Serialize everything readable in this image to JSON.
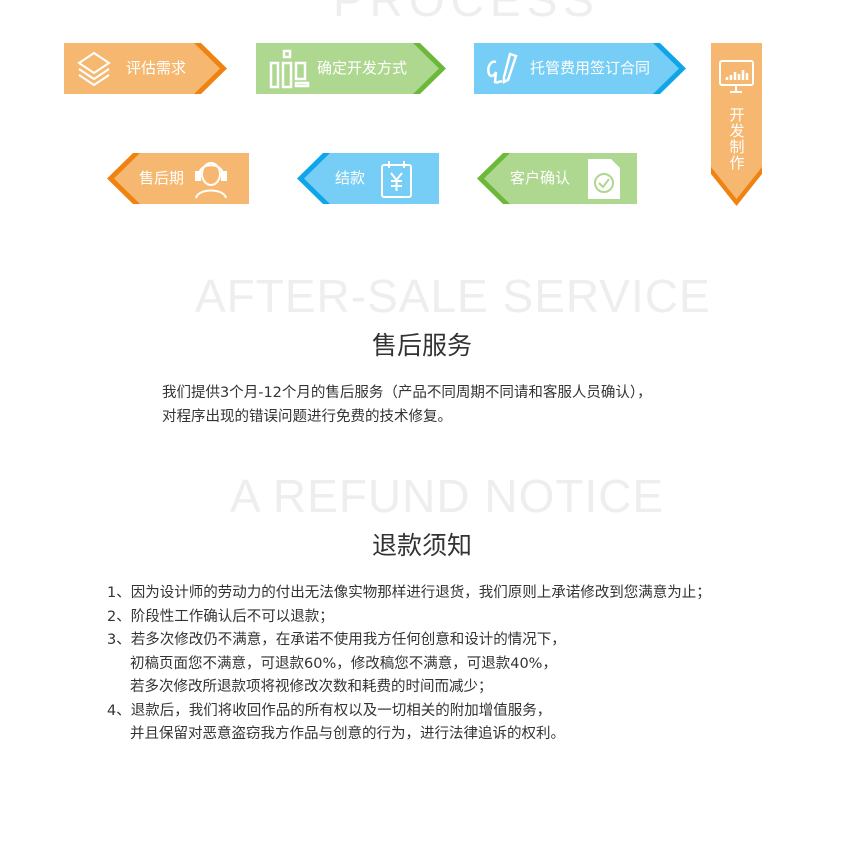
{
  "process": {
    "watermark": "PROCESS",
    "steps": [
      {
        "label": "评估需求",
        "icon": "layers-icon",
        "color": "orange"
      },
      {
        "label": "确定开发方式",
        "icon": "blocks-icon",
        "color": "green"
      },
      {
        "label": "托管费用签订合同",
        "icon": "pen-sign-icon",
        "color": "blue"
      },
      {
        "label": "开发制作",
        "icon": "monitor-icon",
        "color": "orange"
      },
      {
        "label": "客户确认",
        "icon": "document-check-icon",
        "color": "green"
      },
      {
        "label": "结款",
        "icon": "yen-calendar-icon",
        "color": "blue"
      },
      {
        "label": "售后期",
        "icon": "headset-user-icon",
        "color": "orange"
      }
    ]
  },
  "after_sale": {
    "watermark": "AFTER-SALE SERVICE",
    "title": "售后服务",
    "lines": [
      "我们提供3个月-12个月的售后服务（产品不同周期不同请和客服人员确认），",
      "对程序出现的错误问题进行免费的技术修复。"
    ]
  },
  "refund": {
    "watermark": "A REFUND NOTICE",
    "title": "退款须知",
    "lines": [
      "1、因为设计师的劳动力的付出无法像实物那样进行退货，我们原则上承诺修改到您满意为止；",
      "2、阶段性工作确认后不可以退款；",
      "3、若多次修改仍不满意，在承诺不使用我方任何创意和设计的情况下，",
      "初稿页面您不满意，可退款60%，修改稿您不满意，可退款40%，",
      "若多次修改所退款项将视修改次数和耗费的时间而减少；",
      "4、退款后，我们将收回作品的所有权以及一切相关的附加增值服务，",
      "并且保留对恶意盗窃我方作品与创意的行为，进行法律追诉的权利。"
    ]
  },
  "colors": {
    "orange": "#f6b870",
    "orange_edge": "#ee8312",
    "green": "#aed790",
    "green_edge": "#6bb83a",
    "blue": "#76cdf5",
    "blue_edge": "#10a5e8"
  }
}
